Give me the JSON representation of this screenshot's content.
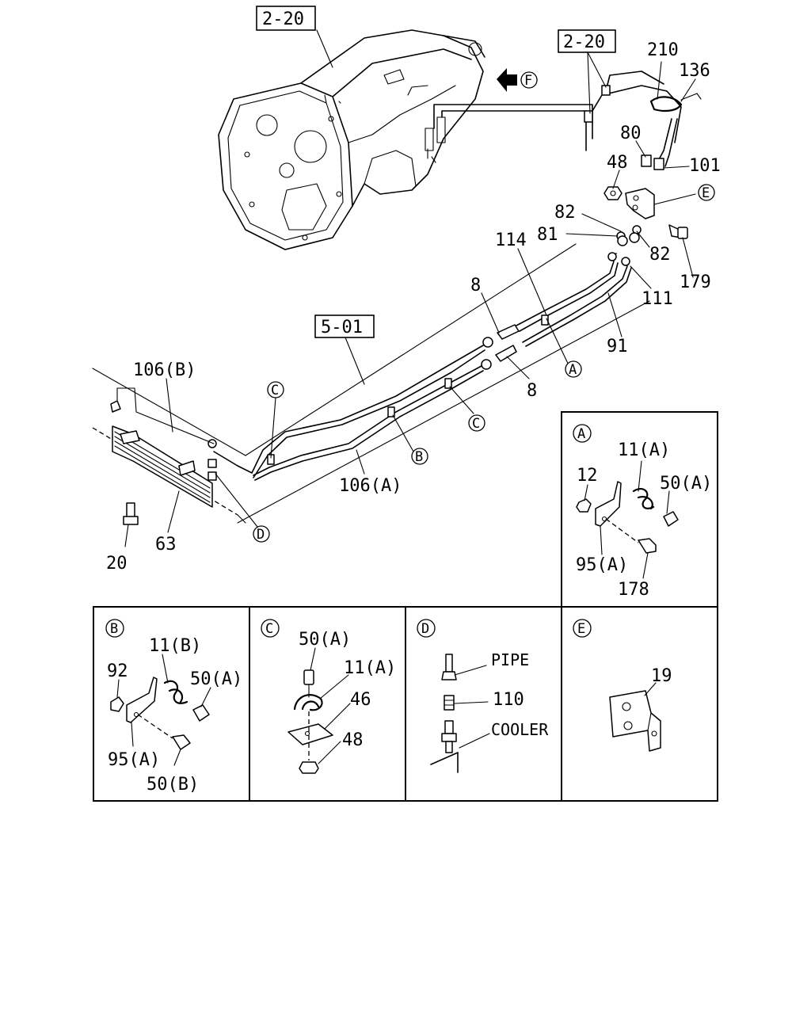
{
  "refs": {
    "transmission": "2-20",
    "pipe_upper": "2-20",
    "frame": "5-01"
  },
  "front_mark": {
    "letter": "F"
  },
  "labels": {
    "p210": "210",
    "p136": "136",
    "p80": "80",
    "p48": "48",
    "p101": "101",
    "pE": "E",
    "p82a": "82",
    "p81": "81",
    "p114": "114",
    "p82b": "82",
    "p179": "179",
    "p111": "111",
    "p8a": "8",
    "p8b": "8",
    "p91": "91",
    "pA": "A",
    "p106b": "106(B)",
    "pC1": "C",
    "pC2": "C",
    "pB": "B",
    "p106a": "106(A)",
    "pD": "D",
    "p20": "20",
    "p63": "63"
  },
  "detail_A": {
    "letter": "A",
    "p11a": "11(A)",
    "p12": "12",
    "p50a": "50(A)",
    "p95a": "95(A)",
    "p178": "178"
  },
  "detail_B": {
    "letter": "B",
    "p11b": "11(B)",
    "p92": "92",
    "p50a": "50(A)",
    "p95a": "95(A)",
    "p50b": "50(B)"
  },
  "detail_C": {
    "letter": "C",
    "p50a": "50(A)",
    "p11a": "11(A)",
    "p46": "46",
    "p48": "48"
  },
  "detail_D": {
    "letter": "D",
    "pipe": "PIPE",
    "p110": "110",
    "cooler": "COOLER"
  },
  "detail_E": {
    "letter": "E",
    "p19": "19"
  }
}
